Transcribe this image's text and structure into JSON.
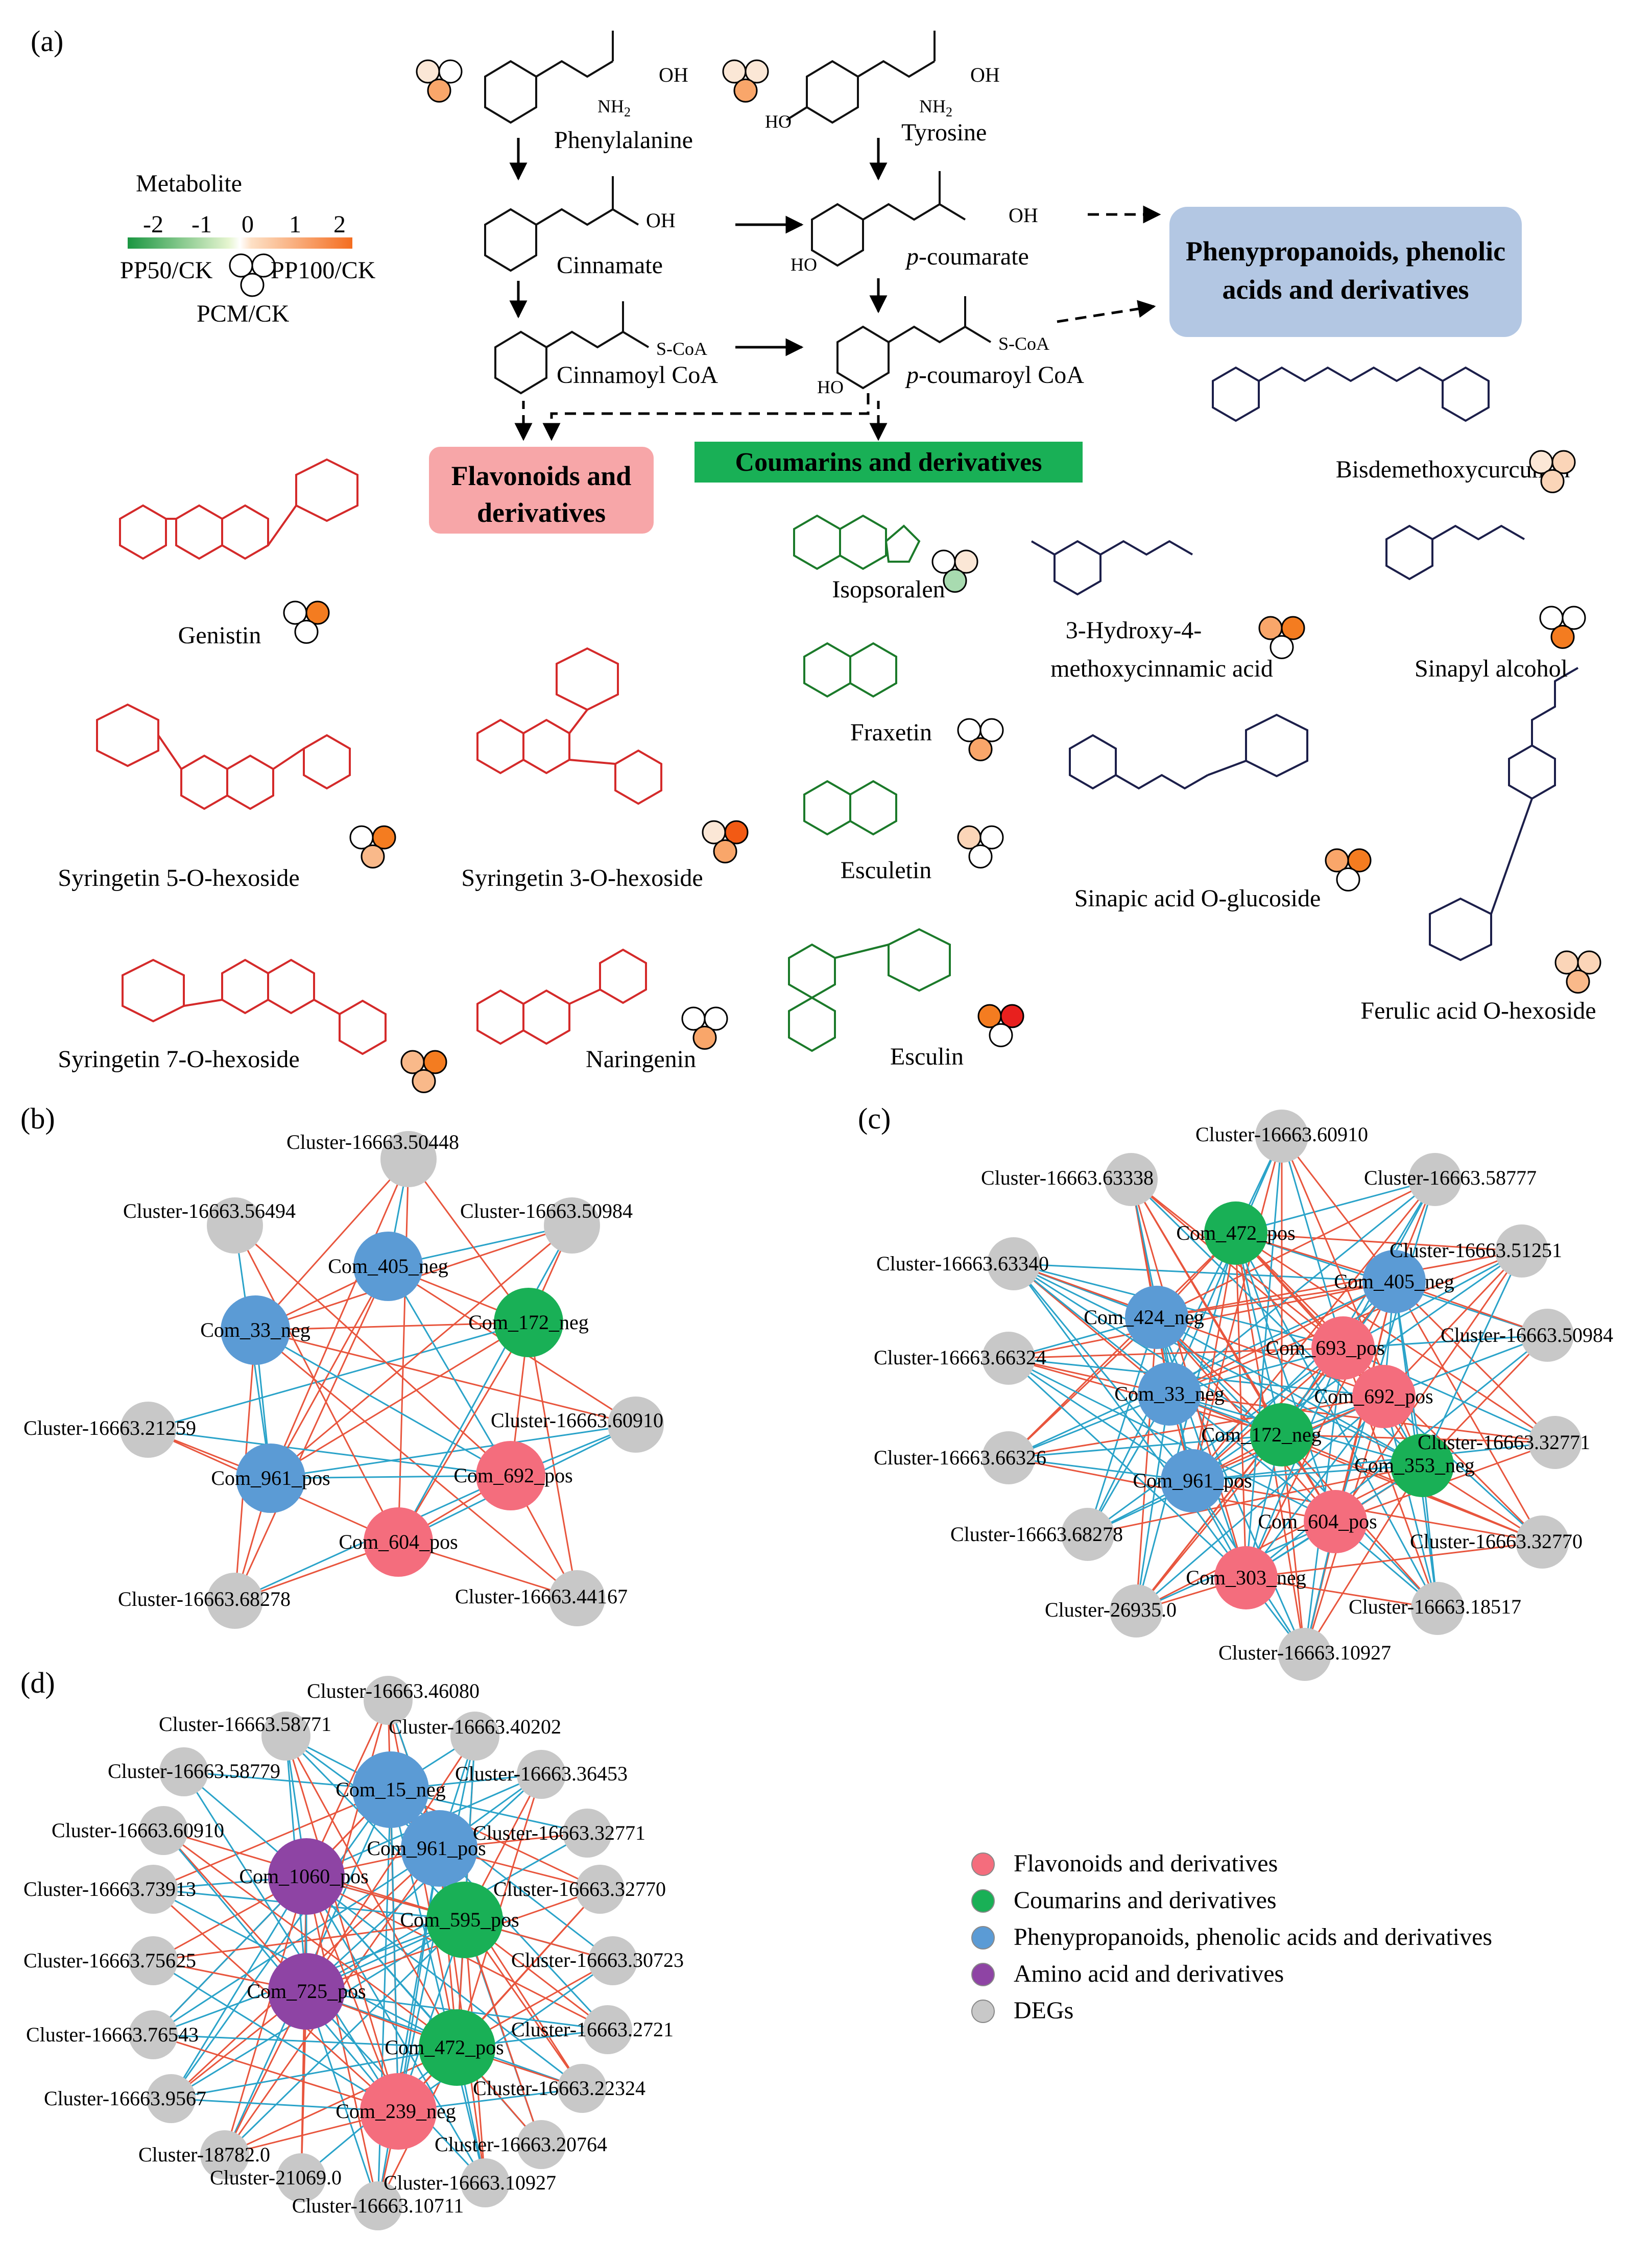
{
  "panels": {
    "a": "(a)",
    "b": "(b)",
    "c": "(c)",
    "d": "(d)"
  },
  "colors": {
    "flavonoid": "#f46d7d",
    "coumarin": "#19b056",
    "phenylpropanoid": "#5b9bd5",
    "amino": "#8e44a4",
    "deg": "#c8c8c8",
    "edge_pos": "#e8553d",
    "edge_neg": "#2aa3c9",
    "box_flav": "#f7a6a8",
    "box_coum": "#19b056",
    "box_phen": "#b3c7e3"
  },
  "legend_scale": {
    "title": "Metabolite",
    "ticks": [
      "-2",
      "-1",
      "0",
      "1",
      "2"
    ],
    "pp50": "PP50/CK",
    "pp100": "PP100/CK",
    "pcm": "PCM/CK"
  },
  "pathway": {
    "phenylalanine": "Phenylalanine",
    "tyrosine": "Tyrosine",
    "cinnamate": "Cinnamate",
    "p_coumarate_it": "p",
    "p_coumarate_rest": "-coumarate",
    "cinnamoyl_coa": "Cinnamoyl CoA",
    "p_coumaroyl_coa_it": "p",
    "p_coumaroyl_coa_rest": "-coumaroyl CoA",
    "scoa": "S-CoA",
    "oh": "OH",
    "ho": "HO",
    "nh2": "NH",
    "sub2": "2",
    "o": "O",
    "e": "E"
  },
  "boxes": {
    "flav_line1": "Flavonoids and",
    "flav_line2": "derivatives",
    "coum": "Coumarins and derivatives",
    "phen_line1": "Phenypropanoids, phenolic",
    "phen_line2": "acids and derivatives"
  },
  "compounds": {
    "genistin": "Genistin",
    "syr5": "Syringetin 5-O-hexoside",
    "syr3": "Syringetin 3-O-hexoside",
    "syr7": "Syringetin 7-O-hexoside",
    "naringenin": "Naringenin",
    "isopsoralen": "Isopsoralen",
    "fraxetin": "Fraxetin",
    "esculetin": "Esculetin",
    "esculin": "Esculin",
    "bisdemethoxy": "Bisdemethoxycurcumin",
    "hm_line1": "3-Hydroxy-4-",
    "hm_line2": "methoxycinnamic acid",
    "sinapyl": "Sinapyl alcohol",
    "sinapic_glc": "Sinapic acid O-glucoside",
    "ferulic_hex": "Ferulic acid O-hexoside"
  },
  "heat_dots": {
    "phenylalanine": [
      "#fbe7d6",
      "#ffffff",
      "#f9a66a"
    ],
    "tyrosine": [
      "#fbe7d6",
      "#fbe7d6",
      "#f9a66a"
    ],
    "genistin": [
      "#ffffff",
      "#f47c20",
      "#ffffff"
    ],
    "syr5": [
      "#ffffff",
      "#f47c20",
      "#f9b98a"
    ],
    "syr3": [
      "#fbe7d6",
      "#f25a14",
      "#f9a66a"
    ],
    "syr7": [
      "#f9b98a",
      "#f47c20",
      "#f9b98a"
    ],
    "naringenin": [
      "#ffffff",
      "#ffffff",
      "#f9a66a"
    ],
    "isopsoralen": [
      "#ffffff",
      "#fbe7d6",
      "#a8dbb0"
    ],
    "fraxetin": [
      "#ffffff",
      "#ffffff",
      "#f9a66a"
    ],
    "esculetin": [
      "#fbd5b8",
      "#ffffff",
      "#ffffff"
    ],
    "esculin": [
      "#f47c20",
      "#e8201e",
      "#ffffff"
    ],
    "bisdemethoxy": [
      "#fbe7d6",
      "#fbd5b8",
      "#fbd5b8"
    ],
    "hm": [
      "#f9a66a",
      "#f47c20",
      "#ffffff"
    ],
    "sinapyl": [
      "#ffffff",
      "#ffffff",
      "#f47c20"
    ],
    "sinapic_glc": [
      "#f9a66a",
      "#f47c20",
      "#ffffff"
    ],
    "ferulic_hex": [
      "#fbd5b8",
      "#fbd5b8",
      "#f9b98a"
    ]
  },
  "net_b": {
    "nodes": [
      {
        "id": "Cluster-16663.50448",
        "type": "deg"
      },
      {
        "id": "Cluster-16663.56494",
        "type": "deg"
      },
      {
        "id": "Cluster-16663.50984",
        "type": "deg"
      },
      {
        "id": "Com_405_neg",
        "type": "phenylpropanoid"
      },
      {
        "id": "Com_33_neg",
        "type": "phenylpropanoid"
      },
      {
        "id": "Com_172_neg",
        "type": "coumarin"
      },
      {
        "id": "Cluster-16663.21259",
        "type": "deg"
      },
      {
        "id": "Cluster-16663.60910",
        "type": "deg"
      },
      {
        "id": "Com_961_pos",
        "type": "phenylpropanoid"
      },
      {
        "id": "Com_692_pos",
        "type": "flavonoid"
      },
      {
        "id": "Com_604_pos",
        "type": "flavonoid"
      },
      {
        "id": "Cluster-16663.68278",
        "type": "deg"
      },
      {
        "id": "Cluster-16663.44167",
        "type": "deg"
      }
    ]
  },
  "net_c": {
    "nodes": [
      {
        "id": "Cluster-16663.60910",
        "type": "deg"
      },
      {
        "id": "Cluster-16663.63338",
        "type": "deg"
      },
      {
        "id": "Cluster-16663.58777",
        "type": "deg"
      },
      {
        "id": "Com_472_pos",
        "type": "coumarin"
      },
      {
        "id": "Cluster-16663.51251",
        "type": "deg"
      },
      {
        "id": "Cluster-16663.63340",
        "type": "deg"
      },
      {
        "id": "Com_405_neg",
        "type": "phenylpropanoid"
      },
      {
        "id": "Com_424_neg",
        "type": "phenylpropanoid"
      },
      {
        "id": "Cluster-16663.50984",
        "type": "deg"
      },
      {
        "id": "Com_693_pos",
        "type": "flavonoid"
      },
      {
        "id": "Cluster-16663.66324",
        "type": "deg"
      },
      {
        "id": "Com_33_neg",
        "type": "phenylpropanoid"
      },
      {
        "id": "Com_692_pos",
        "type": "flavonoid"
      },
      {
        "id": "Cluster-16663.32771",
        "type": "deg"
      },
      {
        "id": "Com_172_neg",
        "type": "coumarin"
      },
      {
        "id": "Cluster-16663.66326",
        "type": "deg"
      },
      {
        "id": "Com_353_neg",
        "type": "coumarin"
      },
      {
        "id": "Com_961_pos",
        "type": "phenylpropanoid"
      },
      {
        "id": "Com_604_pos",
        "type": "flavonoid"
      },
      {
        "id": "Cluster-16663.68278",
        "type": "deg"
      },
      {
        "id": "Cluster-16663.32770",
        "type": "deg"
      },
      {
        "id": "Com_303_neg",
        "type": "flavonoid"
      },
      {
        "id": "Cluster-26935.0",
        "type": "deg"
      },
      {
        "id": "Cluster-16663.18517",
        "type": "deg"
      },
      {
        "id": "Cluster-16663.10927",
        "type": "deg"
      }
    ]
  },
  "net_d": {
    "nodes": [
      {
        "id": "Cluster-16663.46080",
        "type": "deg"
      },
      {
        "id": "Cluster-16663.58771",
        "type": "deg"
      },
      {
        "id": "Cluster-16663.40202",
        "type": "deg"
      },
      {
        "id": "Cluster-16663.58779",
        "type": "deg"
      },
      {
        "id": "Com_15_neg",
        "type": "phenylpropanoid"
      },
      {
        "id": "Cluster-16663.36453",
        "type": "deg"
      },
      {
        "id": "Cluster-16663.60910",
        "type": "deg"
      },
      {
        "id": "Com_961_pos",
        "type": "phenylpropanoid"
      },
      {
        "id": "Cluster-16663.32771",
        "type": "deg"
      },
      {
        "id": "Com_1060_pos",
        "type": "amino"
      },
      {
        "id": "Cluster-16663.32770",
        "type": "deg"
      },
      {
        "id": "Cluster-16663.73913",
        "type": "deg"
      },
      {
        "id": "Com_595_pos",
        "type": "coumarin"
      },
      {
        "id": "Cluster-16663.30723",
        "type": "deg"
      },
      {
        "id": "Cluster-16663.75625",
        "type": "deg"
      },
      {
        "id": "Com_725_pos",
        "type": "amino"
      },
      {
        "id": "Cluster-16663.76543",
        "type": "deg"
      },
      {
        "id": "Com_472_pos",
        "type": "coumarin"
      },
      {
        "id": "Cluster-16663.2721",
        "type": "deg"
      },
      {
        "id": "Cluster-16663.9567",
        "type": "deg"
      },
      {
        "id": "Com_239_neg",
        "type": "flavonoid"
      },
      {
        "id": "Cluster-16663.22324",
        "type": "deg"
      },
      {
        "id": "Cluster-18782.0",
        "type": "deg"
      },
      {
        "id": "Cluster-16663.20764",
        "type": "deg"
      },
      {
        "id": "Cluster-21069.0",
        "type": "deg"
      },
      {
        "id": "Cluster-16663.10927",
        "type": "deg"
      },
      {
        "id": "Cluster-16663.10711",
        "type": "deg"
      }
    ]
  },
  "legend": {
    "items": [
      {
        "label": "Flavonoids and derivatives",
        "type": "flavonoid"
      },
      {
        "label": "Coumarins and derivatives",
        "type": "coumarin"
      },
      {
        "label": "Phenypropanoids, phenolic acids and derivatives",
        "type": "phenylpropanoid"
      },
      {
        "label": "Amino acid and derivatives",
        "type": "amino"
      },
      {
        "label": "DEGs",
        "type": "deg"
      }
    ]
  }
}
